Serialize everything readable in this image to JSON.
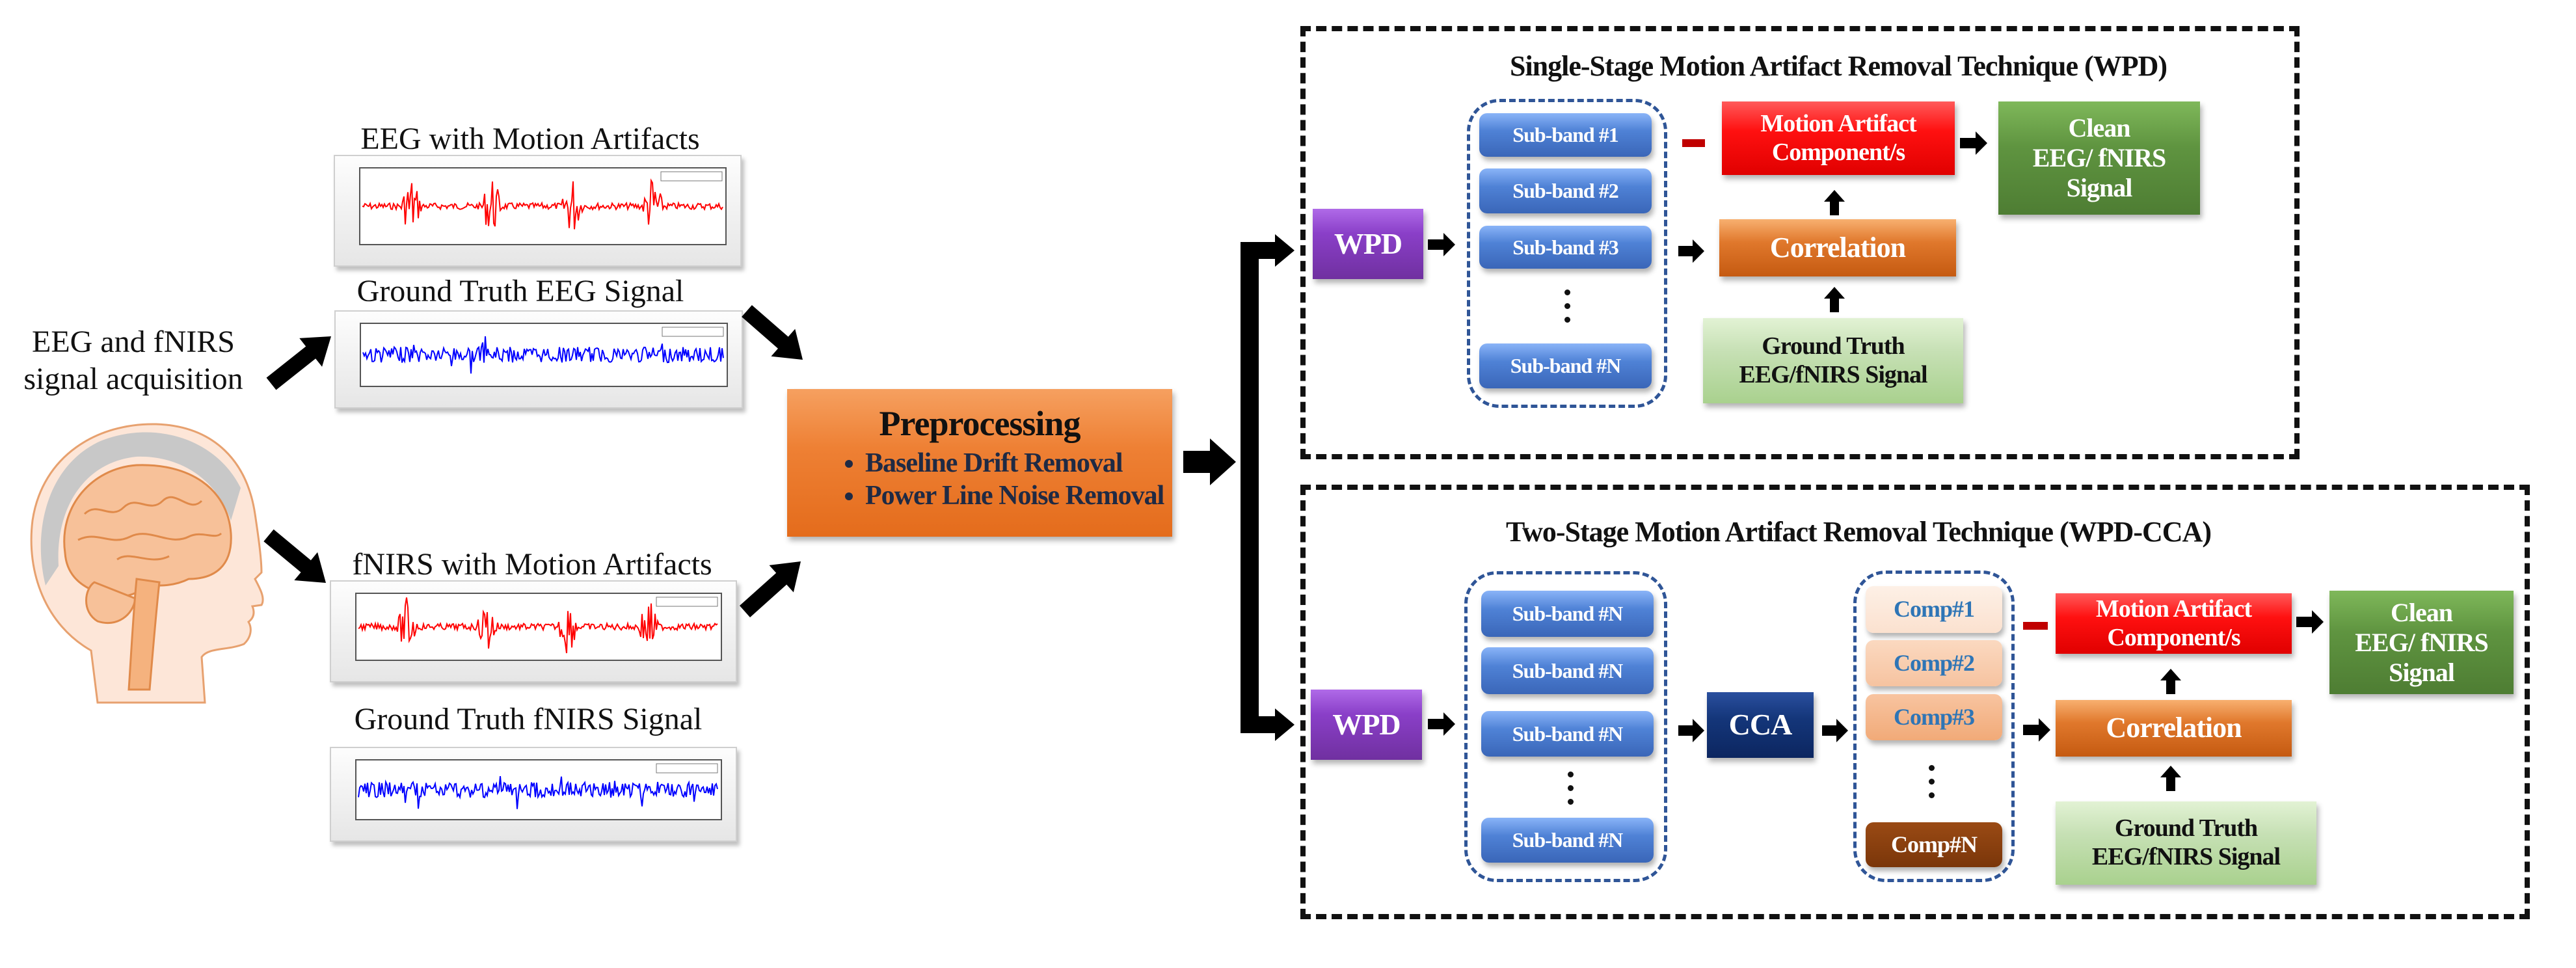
{
  "acquisition": {
    "line1": "EEG and fNIRS",
    "line2": "signal acquisition"
  },
  "signals": [
    {
      "title": "EEG with Motion Artifacts",
      "color": "#ff0000",
      "artifacts": true
    },
    {
      "title": "Ground Truth EEG Signal",
      "color": "#0000ff",
      "artifacts": false
    },
    {
      "title": "fNIRS with Motion Artifacts",
      "color": "#ff0000",
      "artifacts": true
    },
    {
      "title": "Ground Truth fNIRS Signal",
      "color": "#0000ff",
      "artifacts": false
    }
  ],
  "preprocessing": {
    "title": "Preprocessing",
    "items": [
      "Baseline Drift Removal",
      "Power Line Noise Removal"
    ]
  },
  "single_stage": {
    "title": "Single-Stage Motion Artifact Removal Technique (WPD)",
    "wpd": "WPD",
    "subbands": [
      "Sub-band #1",
      "Sub-band #2",
      "Sub-band #3",
      "Sub-band #N"
    ],
    "minus": "−",
    "motion_artifact": [
      "Motion Artifact",
      "Component/s"
    ],
    "correlation": "Correlation",
    "ground_truth": [
      "Ground Truth",
      "EEG/fNIRS Signal"
    ],
    "clean": [
      "Clean",
      "EEG/ fNIRS",
      "Signal"
    ]
  },
  "two_stage": {
    "title": "Two-Stage Motion Artifact Removal Technique (WPD-CCA)",
    "wpd": "WPD",
    "subbands": [
      "Sub-band #N",
      "Sub-band #N",
      "Sub-band #N",
      "Sub-band #N"
    ],
    "cca": "CCA",
    "components": [
      "Comp#1",
      "Comp#2",
      "Comp#3",
      "Comp#N"
    ],
    "motion_artifact": [
      "Motion Artifact",
      "Component/s"
    ],
    "correlation": "Correlation",
    "ground_truth": [
      "Ground Truth",
      "EEG/fNIRS Signal"
    ],
    "clean": [
      "Clean",
      "EEG/ fNIRS",
      "Signal"
    ]
  },
  "colors": {
    "wpd": "#7030a0",
    "subband": "#4472c4",
    "motion_artifact": "#ff0000",
    "clean": "#548235",
    "correlation": "#c55a11",
    "ground_truth": "#a9d18e",
    "cca": "#0c2660",
    "preprocessing": "#ed7d31",
    "artifact_signal": "#ff0000",
    "clean_signal": "#0000ff"
  }
}
